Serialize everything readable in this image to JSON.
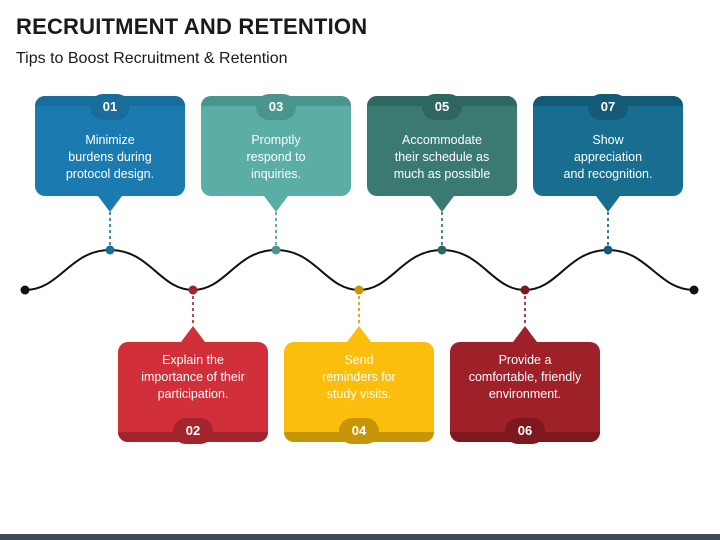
{
  "title": "RECRUITMENT AND RETENTION",
  "subtitle": "Tips to Boost Recruitment & Retention",
  "steps": [
    {
      "number": "01",
      "text": "Minimize\nburdens during\nprotocol design.",
      "color": "#1b7bb0",
      "band": "#1a6d9b"
    },
    {
      "number": "02",
      "text": "Explain the\nimportance of their\nparticipation.",
      "color": "#d12f3a",
      "band": "#a3242d"
    },
    {
      "number": "03",
      "text": "Promptly\nrespond to\ninquiries.",
      "color": "#5aaea5",
      "band": "#4a958d"
    },
    {
      "number": "04",
      "text": "Send\nreminders for\nstudy visits.",
      "color": "#fcbe0d",
      "band": "#c79608"
    },
    {
      "number": "05",
      "text": "Accommodate\ntheir schedule as\nmuch as possible",
      "color": "#3a7a72",
      "band": "#2f6660"
    },
    {
      "number": "06",
      "text": "Provide a\ncomfortable, friendly\nenvironment.",
      "color": "#9e2028",
      "band": "#7d181f"
    },
    {
      "number": "07",
      "text": "Show\nappreciation\nand recognition.",
      "color": "#176e8f",
      "band": "#125a75"
    }
  ]
}
